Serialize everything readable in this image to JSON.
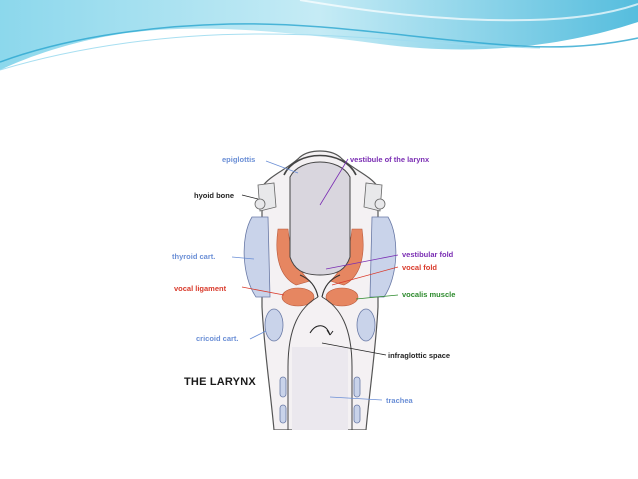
{
  "figure": {
    "title": "THE LARYNX",
    "labels": {
      "epiglottis": "epiglottis",
      "vestibule": "vestibule of the larynx",
      "hyoid": "hyoid bone",
      "thyroid": "thyroid cart.",
      "vestibular_fold": "vestibular fold",
      "vocal_fold": "vocal fold",
      "vocal_ligament": "vocal ligament",
      "vocalis": "vocalis muscle",
      "cricoid": "cricoid cart.",
      "infraglottic": "infraglottic space",
      "trachea": "trachea"
    }
  },
  "colors": {
    "blue_label": "#6b8fd6",
    "purple_label": "#7a2db3",
    "red_label": "#d93a2b",
    "green_label": "#2c8a2c",
    "dark_label": "#222222",
    "header_teal": "#2fb4d6",
    "cartilage": "#c9d3ea",
    "muscle": "#e57b52"
  }
}
